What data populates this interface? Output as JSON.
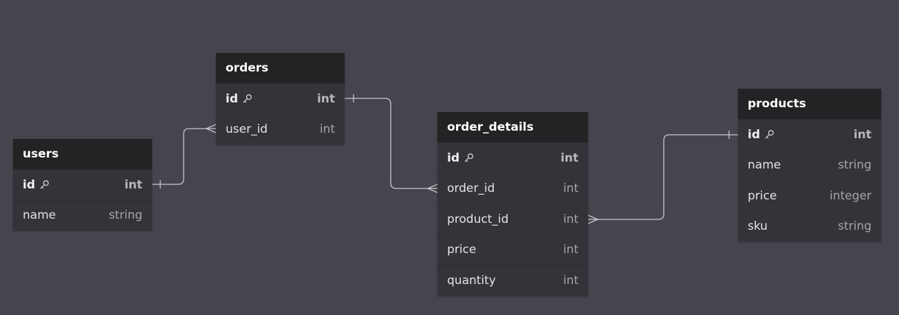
{
  "colors": {
    "background": "#45454d",
    "table_body": "#333339",
    "table_header": "#232325",
    "connector": "#c9c9cf"
  },
  "tables": [
    {
      "id": "users",
      "title": "users",
      "columns": [
        {
          "name": "id",
          "type": "int",
          "primary_key": true
        },
        {
          "name": "name",
          "type": "string",
          "primary_key": false
        }
      ]
    },
    {
      "id": "orders",
      "title": "orders",
      "columns": [
        {
          "name": "id",
          "type": "int",
          "primary_key": true
        },
        {
          "name": "user_id",
          "type": "int",
          "primary_key": false
        }
      ]
    },
    {
      "id": "order_details",
      "title": "order_details",
      "columns": [
        {
          "name": "id",
          "type": "int",
          "primary_key": true
        },
        {
          "name": "order_id",
          "type": "int",
          "primary_key": false
        },
        {
          "name": "product_id",
          "type": "int",
          "primary_key": false
        },
        {
          "name": "price",
          "type": "int",
          "primary_key": false
        },
        {
          "name": "quantity",
          "type": "int",
          "primary_key": false
        }
      ]
    },
    {
      "id": "products",
      "title": "products",
      "columns": [
        {
          "name": "id",
          "type": "int",
          "primary_key": true
        },
        {
          "name": "name",
          "type": "string",
          "primary_key": false
        },
        {
          "name": "price",
          "type": "integer",
          "primary_key": false
        },
        {
          "name": "sku",
          "type": "string",
          "primary_key": false
        }
      ]
    }
  ],
  "relationships": [
    {
      "from": "users.id",
      "from_cardinality": "one",
      "to": "orders.user_id",
      "to_cardinality": "many"
    },
    {
      "from": "orders.id",
      "from_cardinality": "one",
      "to": "order_details.order_id",
      "to_cardinality": "many"
    },
    {
      "from": "products.id",
      "from_cardinality": "one",
      "to": "order_details.product_id",
      "to_cardinality": "many"
    }
  ]
}
